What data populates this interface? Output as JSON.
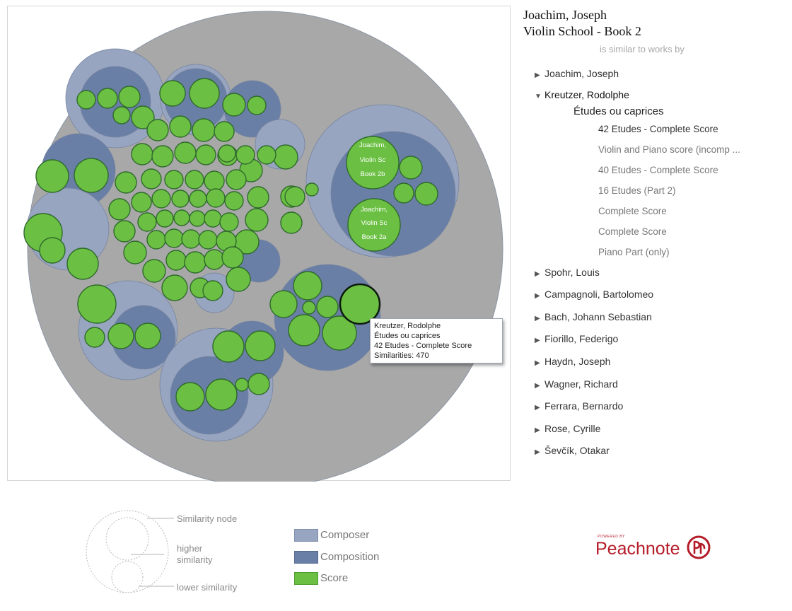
{
  "panel": {
    "title_line1": "Joachim, Joseph",
    "title_line2": "Violin School - Book 2",
    "subtitle": "is similar to works by",
    "composers": [
      {
        "name": "Joachim, Joseph",
        "expanded": false
      },
      {
        "name": "Kreutzer, Rodolphe",
        "expanded": true
      },
      {
        "name": "Spohr, Louis",
        "expanded": false
      },
      {
        "name": "Campagnoli, Bartolomeo",
        "expanded": false
      },
      {
        "name": "Bach, Johann Sebastian",
        "expanded": false
      },
      {
        "name": "Fiorillo, Federigo",
        "expanded": false
      },
      {
        "name": "Haydn, Joseph",
        "expanded": false
      },
      {
        "name": "Wagner, Richard",
        "expanded": false
      },
      {
        "name": "Ferrara, Bernardo",
        "expanded": false
      },
      {
        "name": "Rose, Cyrille",
        "expanded": false
      },
      {
        "name": "Ševčík, Otakar",
        "expanded": false
      }
    ],
    "expanded_composition": "Études ou caprices",
    "scores": [
      "42 Etudes - Complete Score",
      "Violin and Piano score (incomp ...",
      "40 Etudes - Complete Score",
      "16 Etudes (Part 2)",
      "Complete Score",
      "Complete Score",
      "Piano Part (only)"
    ]
  },
  "tooltip": {
    "composer": "Kreutzer, Rodolphe",
    "composition": "Études ou caprices",
    "score": "42 Etudes - Complete Score",
    "similarities": "Similarities: 470"
  },
  "bubble_labels": {
    "b2b": [
      "Joachim,",
      "Violin Sc",
      "Book 2b"
    ],
    "b2a": [
      "Joachim,",
      "Violin Sc",
      "Book 2a"
    ]
  },
  "legend": {
    "similarity_node": "Similarity node",
    "higher_line1": "higher",
    "higher_line2": "similarity",
    "lower": "lower similarity",
    "composer": "Composer",
    "composition": "Composition",
    "score": "Score"
  },
  "brand": {
    "powered_by": "POWERED BY",
    "name": "Peachnote"
  },
  "colors": {
    "root": "#a8a8a8",
    "composer": "#97a5c1",
    "composition": "#6a7fa6",
    "score": "#6bc043",
    "score_stroke": "#2f6a2b",
    "brand": "#b41c28"
  },
  "icons": {
    "collapsed": "triangle-right-icon",
    "expanded": "triangle-down-icon"
  }
}
